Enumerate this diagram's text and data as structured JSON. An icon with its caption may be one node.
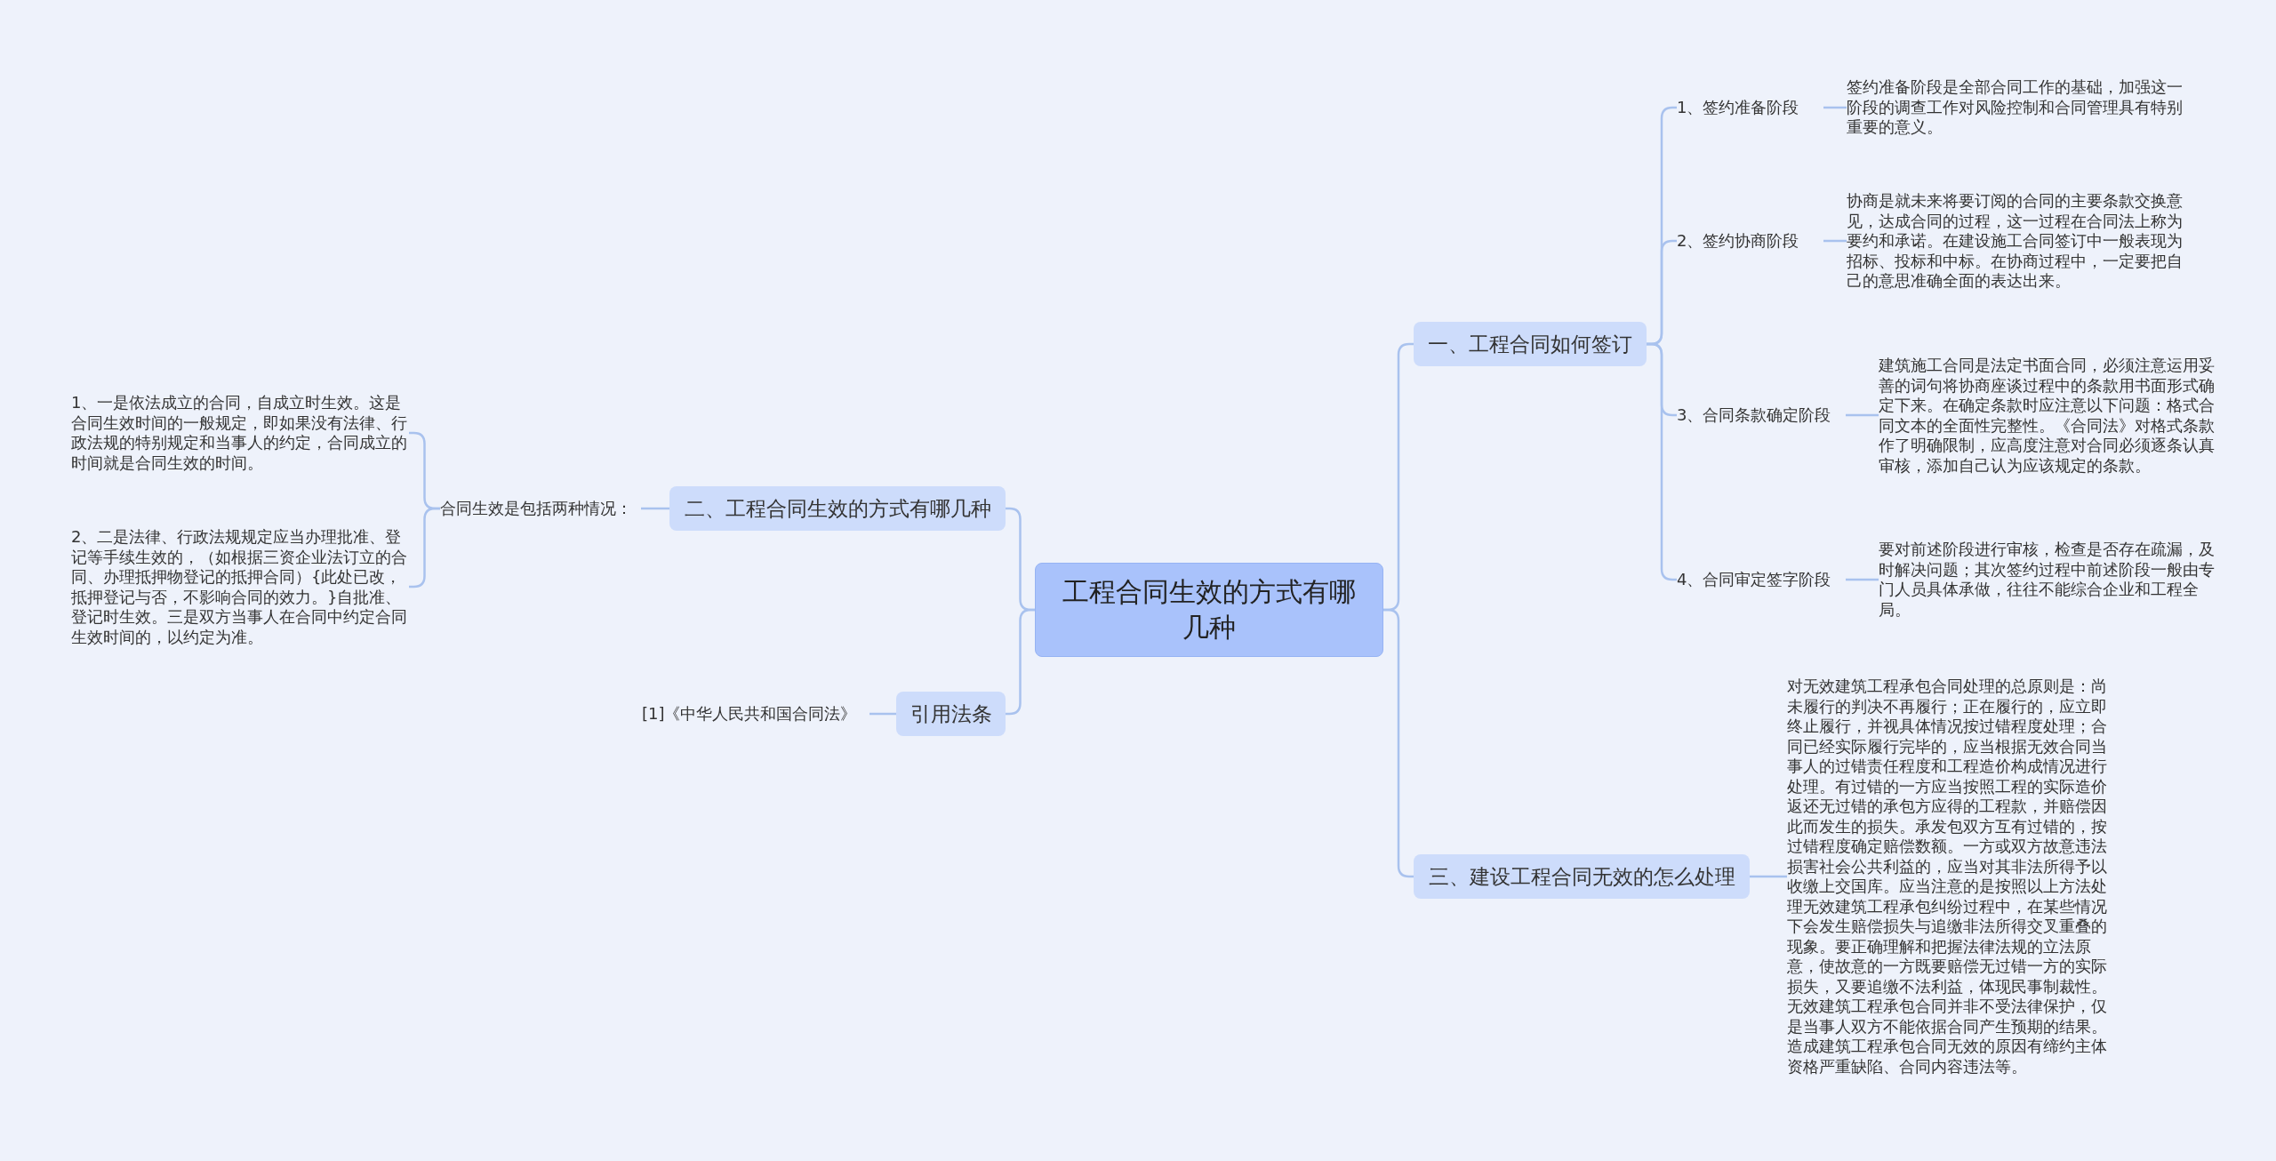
{
  "diagram": {
    "nodes": [
      {
        "text": [
          "工程合同生效的方式有哪几种"
        ]
      },
      {
        "text": [
          "一、工程合同如何签订"
        ]
      },
      {
        "text": [
          "1、签约准备阶段"
        ]
      },
      {
        "text": [
          "签约准备阶段是全部合同工作的基础，加强这一阶段的调查工作对风险控制和合同管理具有特别重要的意义。"
        ]
      },
      {
        "text": [
          "2、签约协商阶段"
        ]
      },
      {
        "text": [
          "协商是就未来将要订阅的合同的主要条款交换意见，达成合同的过程，这一过程在合同法上称为要约和承诺。在建设施工合同签订中一般表现为招标、投标和中标。在协商过程中，一定要把自己的意思准确全面的表达出来。"
        ]
      },
      {
        "text": [
          "3、合同条款确定阶段"
        ]
      },
      {
        "text": [
          "建筑施工合同是法定书面合同，必须注意运用妥善的词句将协商座谈过程中的条款用书面形式确定下来。在确定条款时应注意以下问题：格式合同文本的全面性完整性。《合同法》对格式条款作了明确限制，应高度注意对合同必须逐条认真审核，添加自己认为应该规定的条款。"
        ]
      },
      {
        "text": [
          "4、合同审定签字阶段"
        ]
      },
      {
        "text": [
          "要对前述阶段进行审核，检查是否存在疏漏，及时解决问题；其次签约过程中前述阶段一般由专门人员具体承做，往往不能综合企业和工程全局。"
        ]
      },
      {
        "text": [
          "三、建设工程合同无效的怎么处理"
        ]
      },
      {
        "text": [
          "对无效建筑工程承包合同处理的总原则是：尚未履行的判决不再履行；正在履行的，应立即终止履行，并视具体情况按过错程度处理；合同已经实际履行完毕的，应当根据无效合同当事人的过错责任程度和工程造价构成情况进行处理。有过错的一方应当按照工程的实际造价返还无过错的承包方应得的工程款，并赔偿因此而发生的损失。承发包双方互有过错的，按过错程度确定赔偿数额。一方或双方故意违法损害社会公共利益的，应当对其非法所得予以收缴上交国库。应当注意的是按照以上方法处理无效建筑工程承包纠纷过程中，在某些情况下会发生赔偿损失与追缴非法所得交叉重叠的现象。要正确理解和把握法律法规的立法原意，使故意的一方既要赔偿无过错一方的实际损失，又要追缴不法利益，体现民事制裁性。无效建筑工程承包合同并非不受法律保护，仅是当事人双方不能依据合同产生预期的结果。造成建筑工程承包合同无效的原因有缔约主体资格严重缺陷、合同内容违法等。"
        ]
      },
      {
        "text": [
          "二、工程合同生效的方式有哪几种"
        ]
      },
      {
        "text": [
          "合同生效是包括两种情况："
        ]
      },
      {
        "text": [
          "1、一是依法成立的合同，自成立时生效。这是合同生效时间的一般规定，即如果没有法律、行政法规的特别规定和当事人的约定，合同成立的时间就是合同生效的时间。"
        ]
      },
      {
        "text": [
          "2、二是法律、行政法规规定应当办理批准、登记等手续生效的，（如根据三资企业法订立的合同、办理抵押物登记的抵押合同）{此处已改，抵押登记与否，不影响合同的效力。}自批准、登记时生效。三是双方当事人在合同中约定合同生效时间的，以约定为准。"
        ]
      },
      {
        "text": [
          "引用法条"
        ]
      },
      {
        "text": [
          "[1]《中华人民共和国合同法》"
        ]
      }
    ],
    "edges": [
      {
        "from": 0,
        "to": 1,
        "arrow": "none"
      },
      {
        "from": 0,
        "to": 10,
        "arrow": "none"
      },
      {
        "from": 0,
        "to": 12,
        "arrow": "none"
      },
      {
        "from": 0,
        "to": 16,
        "arrow": "none"
      },
      {
        "from": 1,
        "to": 2,
        "arrow": "none"
      },
      {
        "from": 1,
        "to": 4,
        "arrow": "none"
      },
      {
        "from": 1,
        "to": 6,
        "arrow": "none"
      },
      {
        "from": 1,
        "to": 8,
        "arrow": "none"
      },
      {
        "from": 2,
        "to": 3,
        "arrow": "none"
      },
      {
        "from": 4,
        "to": 5,
        "arrow": "none"
      },
      {
        "from": 6,
        "to": 7,
        "arrow": "none"
      },
      {
        "from": 8,
        "to": 9,
        "arrow": "none"
      },
      {
        "from": 10,
        "to": 11,
        "arrow": "none"
      },
      {
        "from": 12,
        "to": 13,
        "arrow": "none"
      },
      {
        "from": 13,
        "to": 14,
        "arrow": "none"
      },
      {
        "from": 13,
        "to": 15,
        "arrow": "none"
      },
      {
        "from": 16,
        "to": 17,
        "arrow": "none"
      }
    ]
  }
}
